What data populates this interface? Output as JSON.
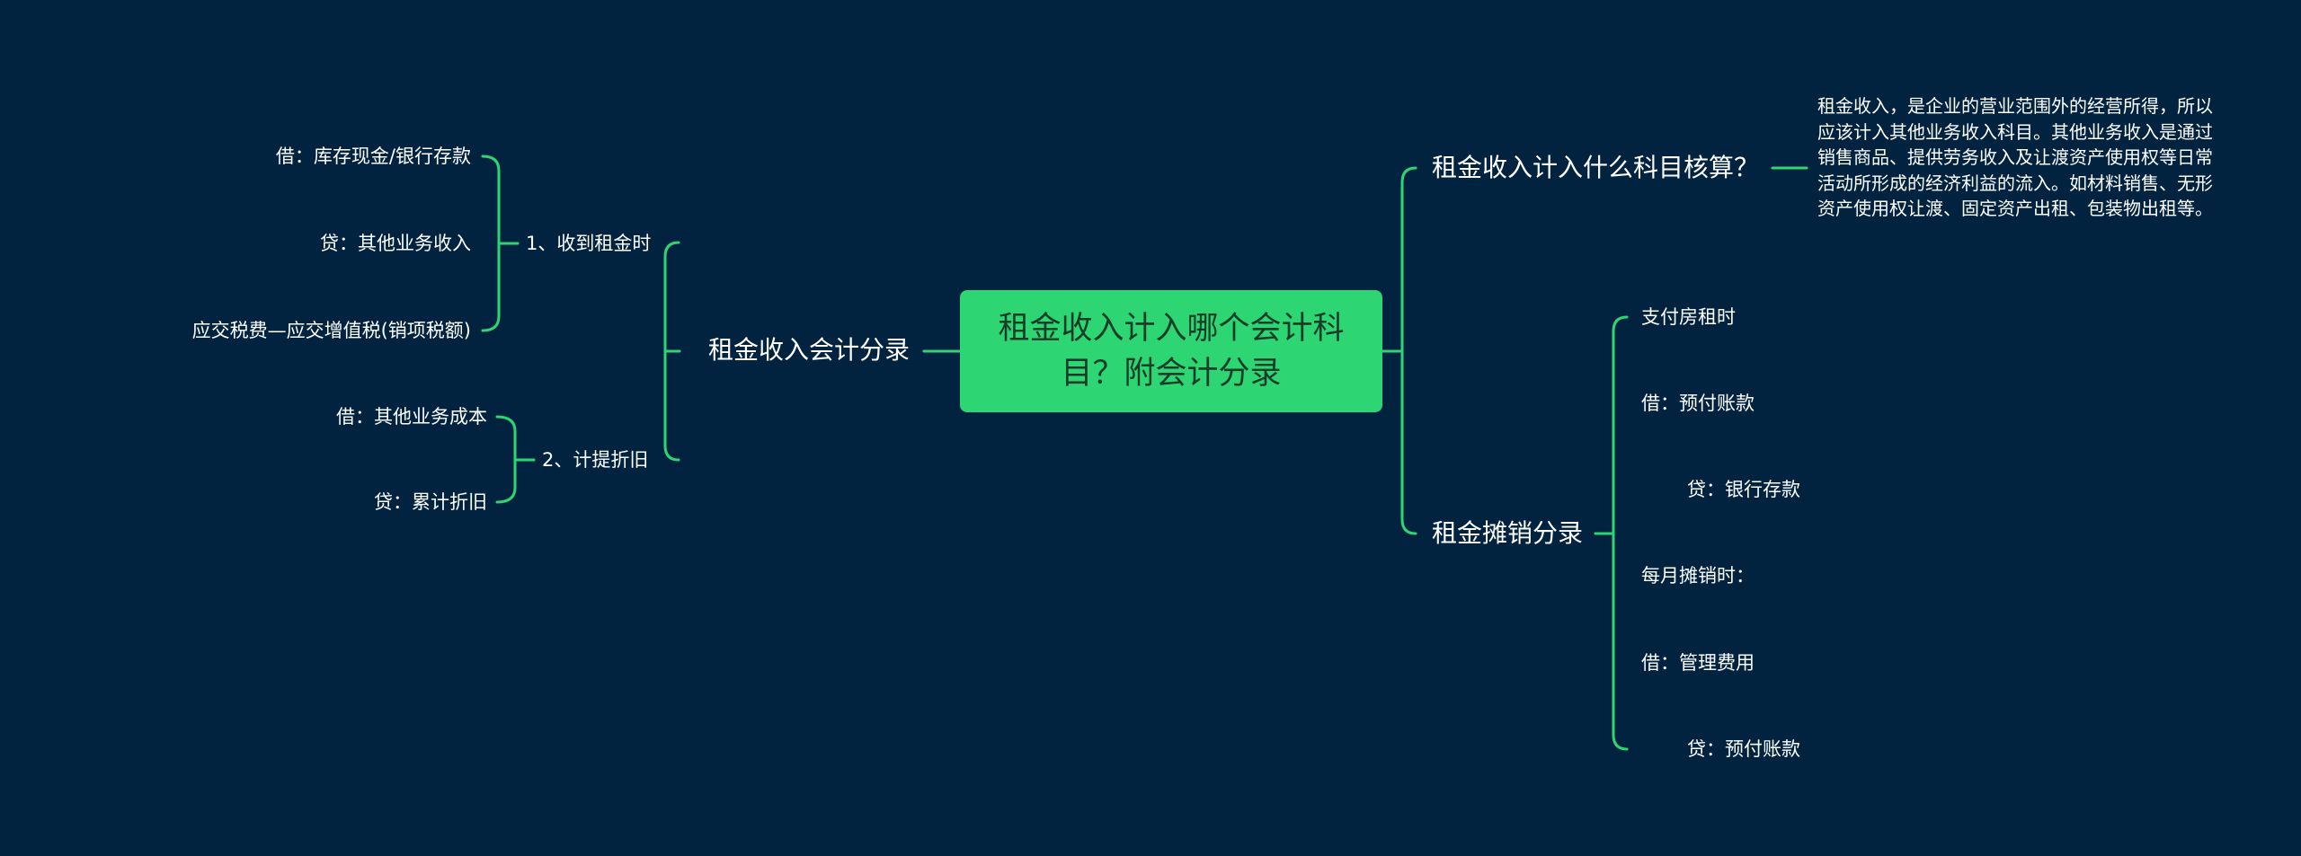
{
  "colors": {
    "background": "#012340",
    "accent": "#2ed573",
    "root_text": "#163d27",
    "text": "#ffffff"
  },
  "root": {
    "label": "租金收入计入哪个会计科目？附会计分录"
  },
  "left": {
    "branch": "租金收入会计分录",
    "sub1": {
      "label": "1、收到租金时",
      "leaves": [
        "借：库存现金/银行存款",
        "贷：其他业务收入",
        "应交税费—应交增值税(销项税额)"
      ]
    },
    "sub2": {
      "label": "2、计提折旧",
      "leaves": [
        "借：其他业务成本",
        "贷：累计折旧"
      ]
    }
  },
  "right": {
    "branch1": {
      "label": "租金收入计入什么科目核算？",
      "note": "租金收入，是企业的营业范围外的经营所得，所以应该计入其他业务收入科目。其他业务收入是通过销售商品、提供劳务收入及让渡资产使用权等日常活动所形成的经济利益的流入。如材料销售、无形资产使用权让渡、固定资产出租、包装物出租等。"
    },
    "branch2": {
      "label": "租金摊销分录",
      "leaves": [
        "支付房租时",
        "借：预付账款",
        "贷：银行存款",
        "每月摊销时：",
        "借：管理费用",
        "贷：预付账款"
      ]
    }
  }
}
